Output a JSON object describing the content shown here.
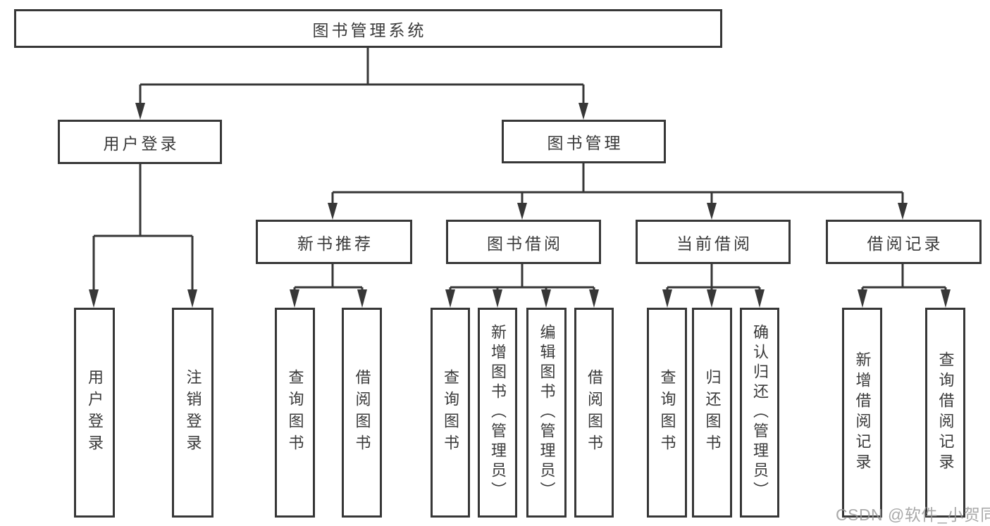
{
  "root_label": "图书管理系统",
  "branches": [
    {
      "label": "用户登录",
      "children": [
        {
          "label": "用户登录"
        },
        {
          "label": "注销登录"
        }
      ]
    },
    {
      "label": "图书管理",
      "children": [
        {
          "label": "新书推荐",
          "children": [
            {
              "label": "查询图书"
            },
            {
              "label": "借阅图书"
            }
          ]
        },
        {
          "label": "图书借阅",
          "children": [
            {
              "label": "查询图书"
            },
            {
              "label": "新增图书（管理员）"
            },
            {
              "label": "编辑图书（管理员）"
            },
            {
              "label": "借阅图书"
            }
          ]
        },
        {
          "label": "当前借阅",
          "children": [
            {
              "label": "查询图书"
            },
            {
              "label": "归还图书"
            },
            {
              "label": "确认归还（管理员）"
            }
          ]
        },
        {
          "label": "借阅记录",
          "children": [
            {
              "label": "新增借阅记录"
            },
            {
              "label": "查询借阅记录"
            }
          ]
        }
      ]
    }
  ],
  "watermark": "CSDN @软件_小贺同学",
  "colors": {
    "line": "#373737",
    "box_border": "#373737",
    "text": "#3a3a3a",
    "watermark_text": "#969696",
    "background": "#ffffff"
  }
}
